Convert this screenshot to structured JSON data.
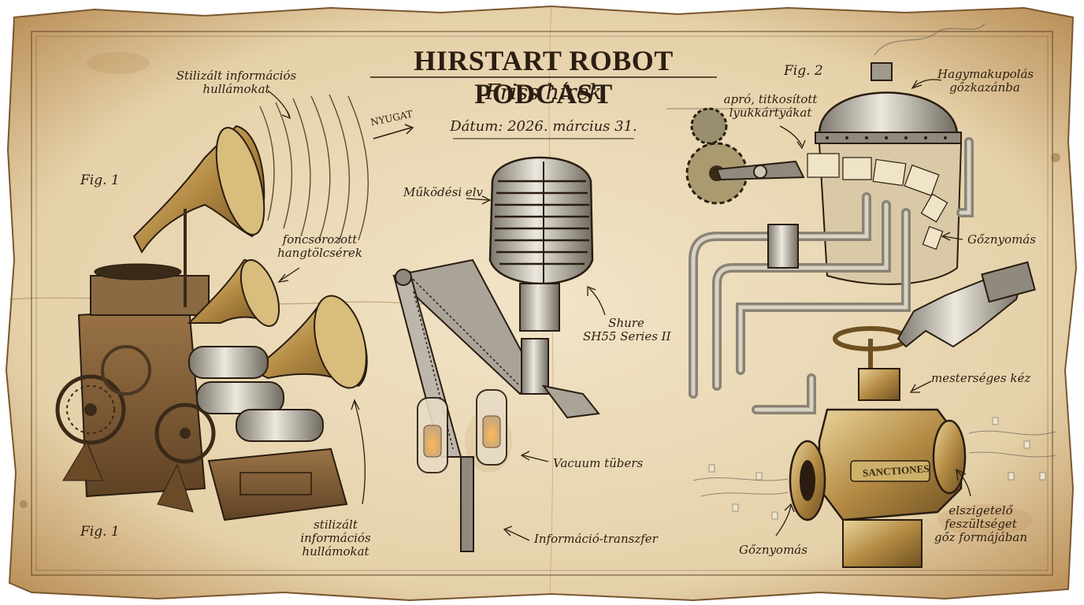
{
  "title": "HIRSTART ROBOT PODCAST",
  "subtitle": "Friss hírek",
  "date": "Dátum: 2026. március 31.",
  "direction": "NYUGAT",
  "fig1_top": "Fig. 1",
  "fig1_bottom": "Fig. 1",
  "fig2": "Fig. 2",
  "labels": {
    "waves_top_1": "Stilizált információs",
    "waves_top_2": "hullámokat",
    "horns_1": "foncsorozott",
    "horns_2": "hangtölcsérek",
    "waves_bottom_1": "stilizált",
    "waves_bottom_2": "információs",
    "waves_bottom_3": "hullámokat",
    "principle": "Működési elv",
    "mic_1": "Shure",
    "mic_2": "SH55 Series II",
    "tubes": "Vacuum tübers",
    "transfer": "Információ-transzfer",
    "cards_1": "apró, titkosított",
    "cards_2": "lyukkártyákat",
    "onion_1": "Hagymakupolás",
    "onion_2": "gőzkazánba",
    "steam_pressure": "Gőznyomás",
    "hand": "mesterséges kéz",
    "steam_pressure_bottom": "Gőznyomás",
    "tension_1": "elszigetelő",
    "tension_2": "feszültséget",
    "tension_3": "gőz formájában",
    "valve_label": "SANCTIONES"
  },
  "colors": {
    "paper": "#ecdcbd",
    "ink": "#2a1d10",
    "brass": "#b8954f",
    "steel": "#b9b3a6"
  }
}
